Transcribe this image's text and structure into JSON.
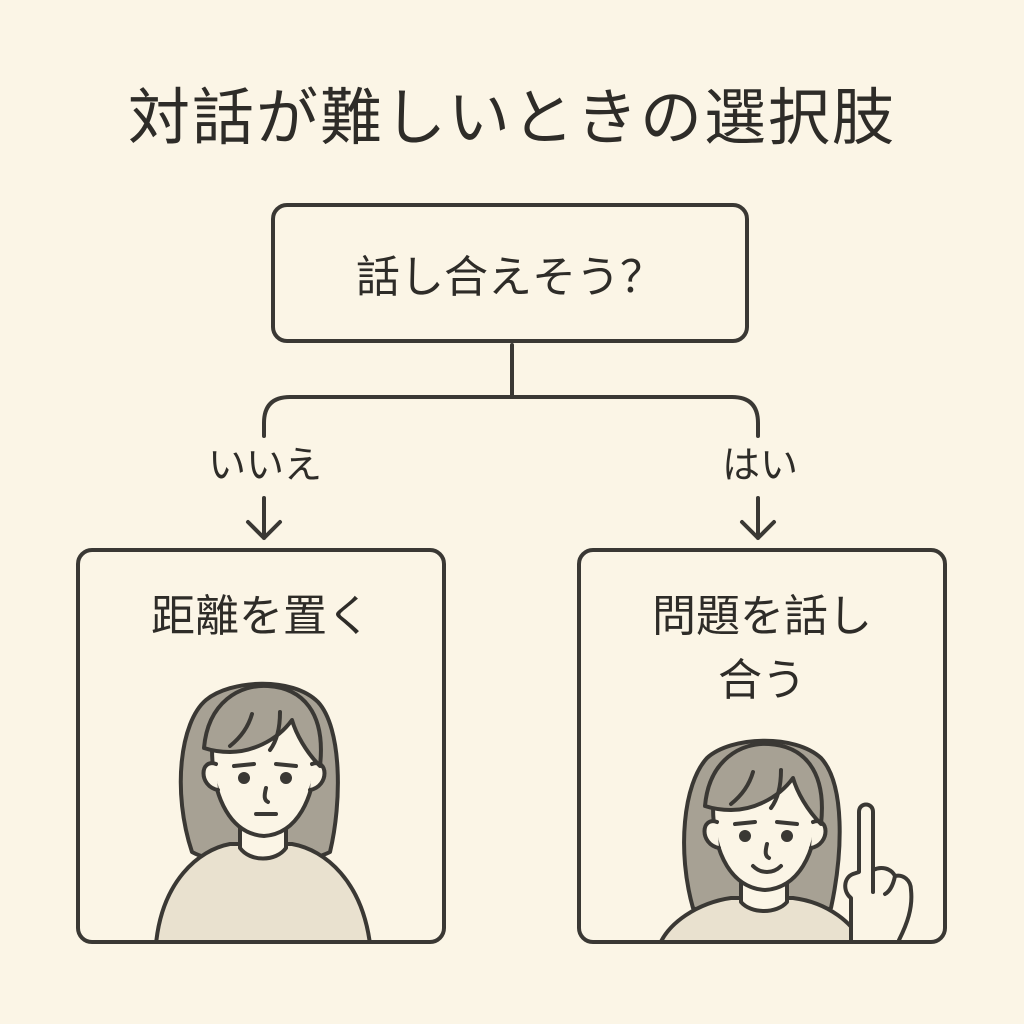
{
  "title": "対話が難しいときの選択肢",
  "question": "話し合えそう？",
  "branches": {
    "no": {
      "label": "いいえ",
      "answer": "距離を置く",
      "figure": "woman-neutral-face"
    },
    "yes": {
      "label": "はい",
      "answer_line1": "問題を話し",
      "answer_line2": "合う",
      "figure": "woman-smiling-finger-up"
    }
  },
  "colors": {
    "background": "#fbf5e6",
    "line": "#3a3834",
    "hair": "#a7a194",
    "skin": "#fbf5e6",
    "shirt": "#e9e1cf"
  }
}
